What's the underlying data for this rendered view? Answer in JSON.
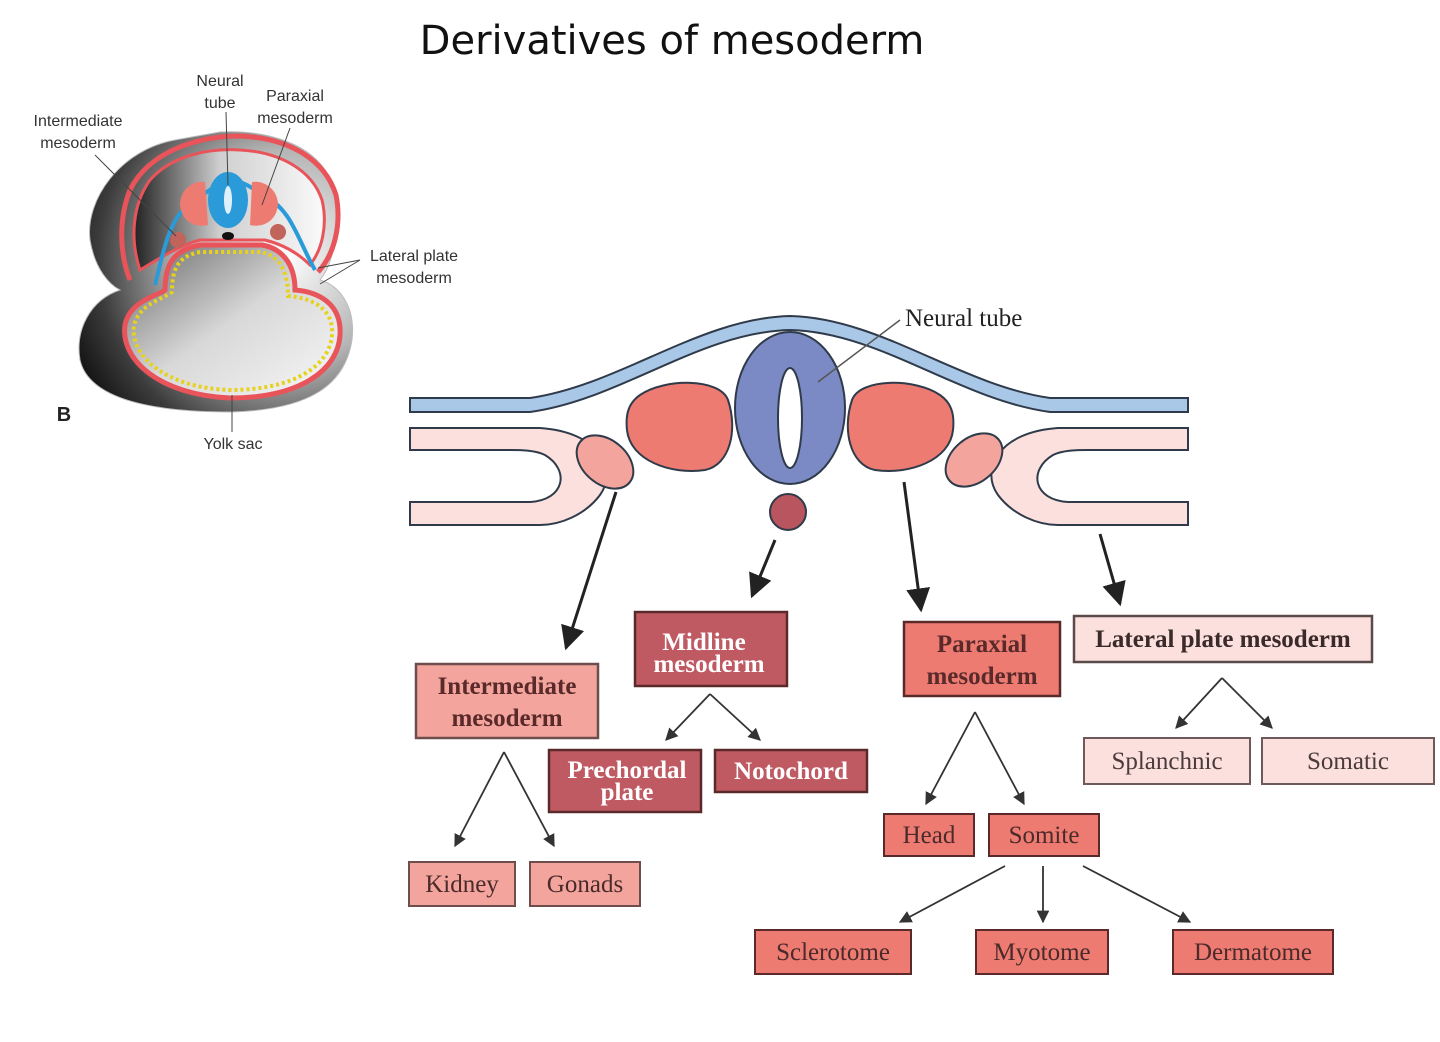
{
  "title": "Derivatives of mesoderm",
  "inset": {
    "labels": {
      "neural_tube": [
        "Neural",
        "tube"
      ],
      "paraxial": [
        "Paraxial",
        "mesoderm"
      ],
      "intermediate": [
        "Intermediate",
        "mesoderm"
      ],
      "lateral_plate": [
        "Lateral plate",
        "mesoderm"
      ],
      "yolk_sac": "Yolk sac",
      "panel": "B"
    }
  },
  "cross_section": {
    "neural_tube_label": "Neural tube"
  },
  "boxes": {
    "intermediate": [
      "Intermediate",
      "mesoderm"
    ],
    "midline": [
      "Midline",
      "mesoderm"
    ],
    "paraxial": [
      "Paraxial",
      "mesoderm"
    ],
    "lateral_plate": "Lateral plate mesoderm",
    "prechordal": [
      "Prechordal",
      "plate"
    ],
    "notochord": "Notochord",
    "kidney": "Kidney",
    "gonads": "Gonads",
    "head": "Head",
    "somite": "Somite",
    "splanchnic": "Splanchnic",
    "somatic": "Somatic",
    "sclerotome": "Sclerotome",
    "myotome": "Myotome",
    "dermatome": "Dermatome"
  },
  "colors": {
    "ectoderm_blue": "#a9c7e6",
    "neural_tube": "#7b8ac4",
    "paraxial_red": "#ee7b72",
    "lateral_pink": "#fbe0dd",
    "intermediate_pink": "#f3a59d",
    "notochord_dark": "#b9555e",
    "midline_box": "#bf5a63",
    "inset_blue": "#2a9ad8",
    "inset_red": "#e8545a"
  }
}
